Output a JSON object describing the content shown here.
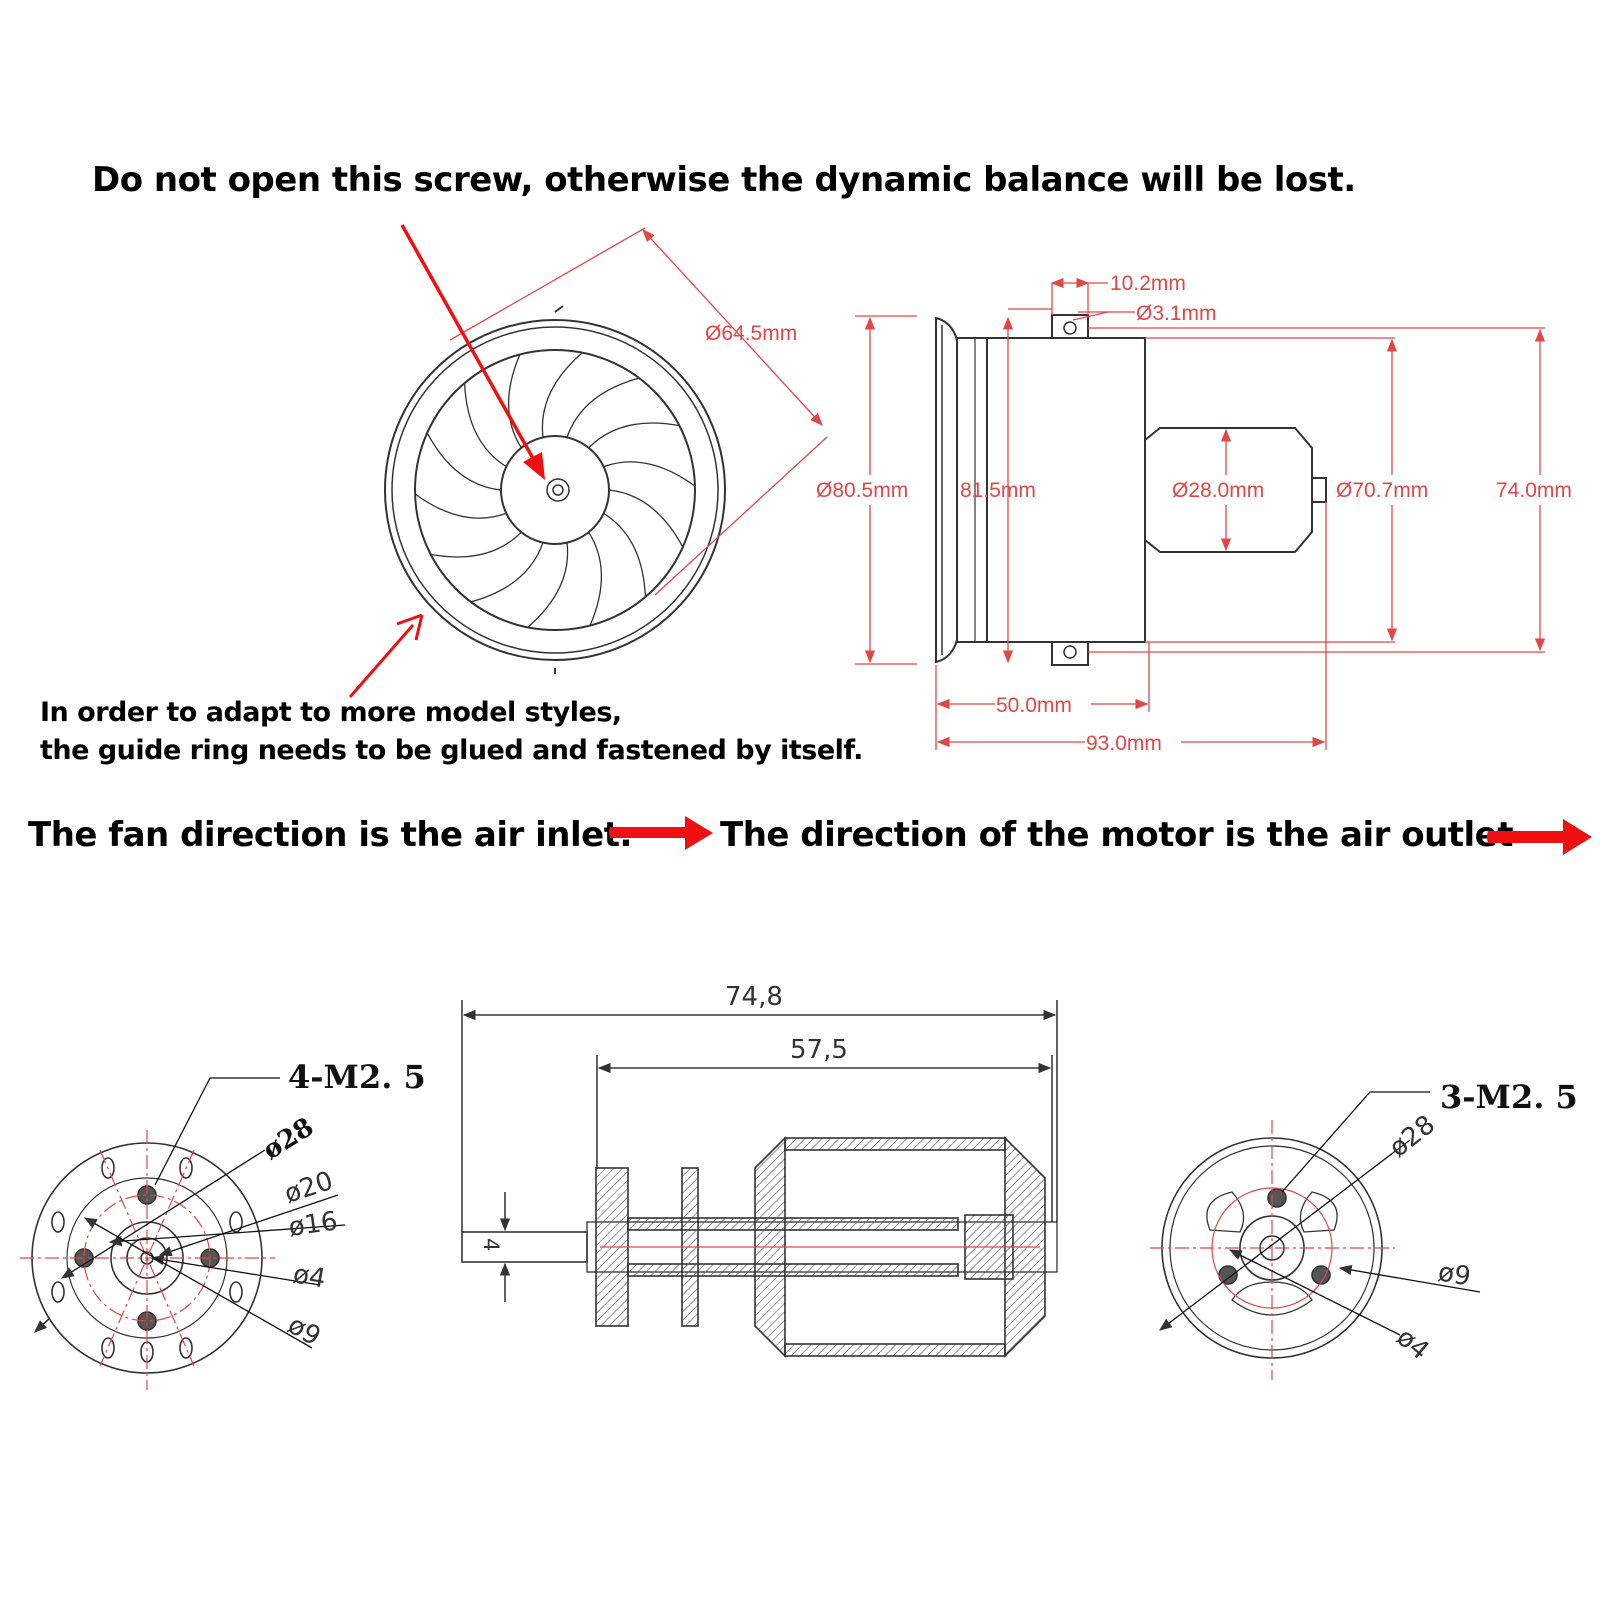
{
  "notes": {
    "screw_warning": "Do not open this screw, otherwise the dynamic balance will be lost.",
    "guide_ring_line1": "In order to adapt to more model styles,",
    "guide_ring_line2": "the guide ring needs to be glued and fastened by itself.",
    "fan_inlet": "The fan direction is the air inlet.",
    "motor_outlet": "The direction of the motor is the air outlet"
  },
  "fan_dimensions": {
    "blade_diameter": "Ø64.5mm",
    "outer_diameter": "Ø80.5mm",
    "inlet_ring": "81.5mm",
    "mount_tab_width": "10.2mm",
    "mount_hole": "Ø3.1mm",
    "motor_diameter": "Ø28.0mm",
    "duct_diameter": "Ø70.7mm",
    "tab_span": "74.0mm",
    "duct_length": "50.0mm",
    "overall_length": "93.0mm"
  },
  "motor_front": {
    "thread": "4-M2. 5",
    "d28": "ø28",
    "d20": "ø20",
    "d16": "ø16",
    "d4": "ø4",
    "d9": "ø9"
  },
  "motor_side": {
    "overall_length": "74,8",
    "body_length": "57,5",
    "shaft_diameter": "4"
  },
  "motor_rear": {
    "thread": "3-M2. 5",
    "d28": "ø28",
    "d9": "ø9",
    "d4": "ø4"
  },
  "colors": {
    "dimension": "#e04848",
    "arrow": "#ee1111",
    "drawing": "#333333"
  }
}
